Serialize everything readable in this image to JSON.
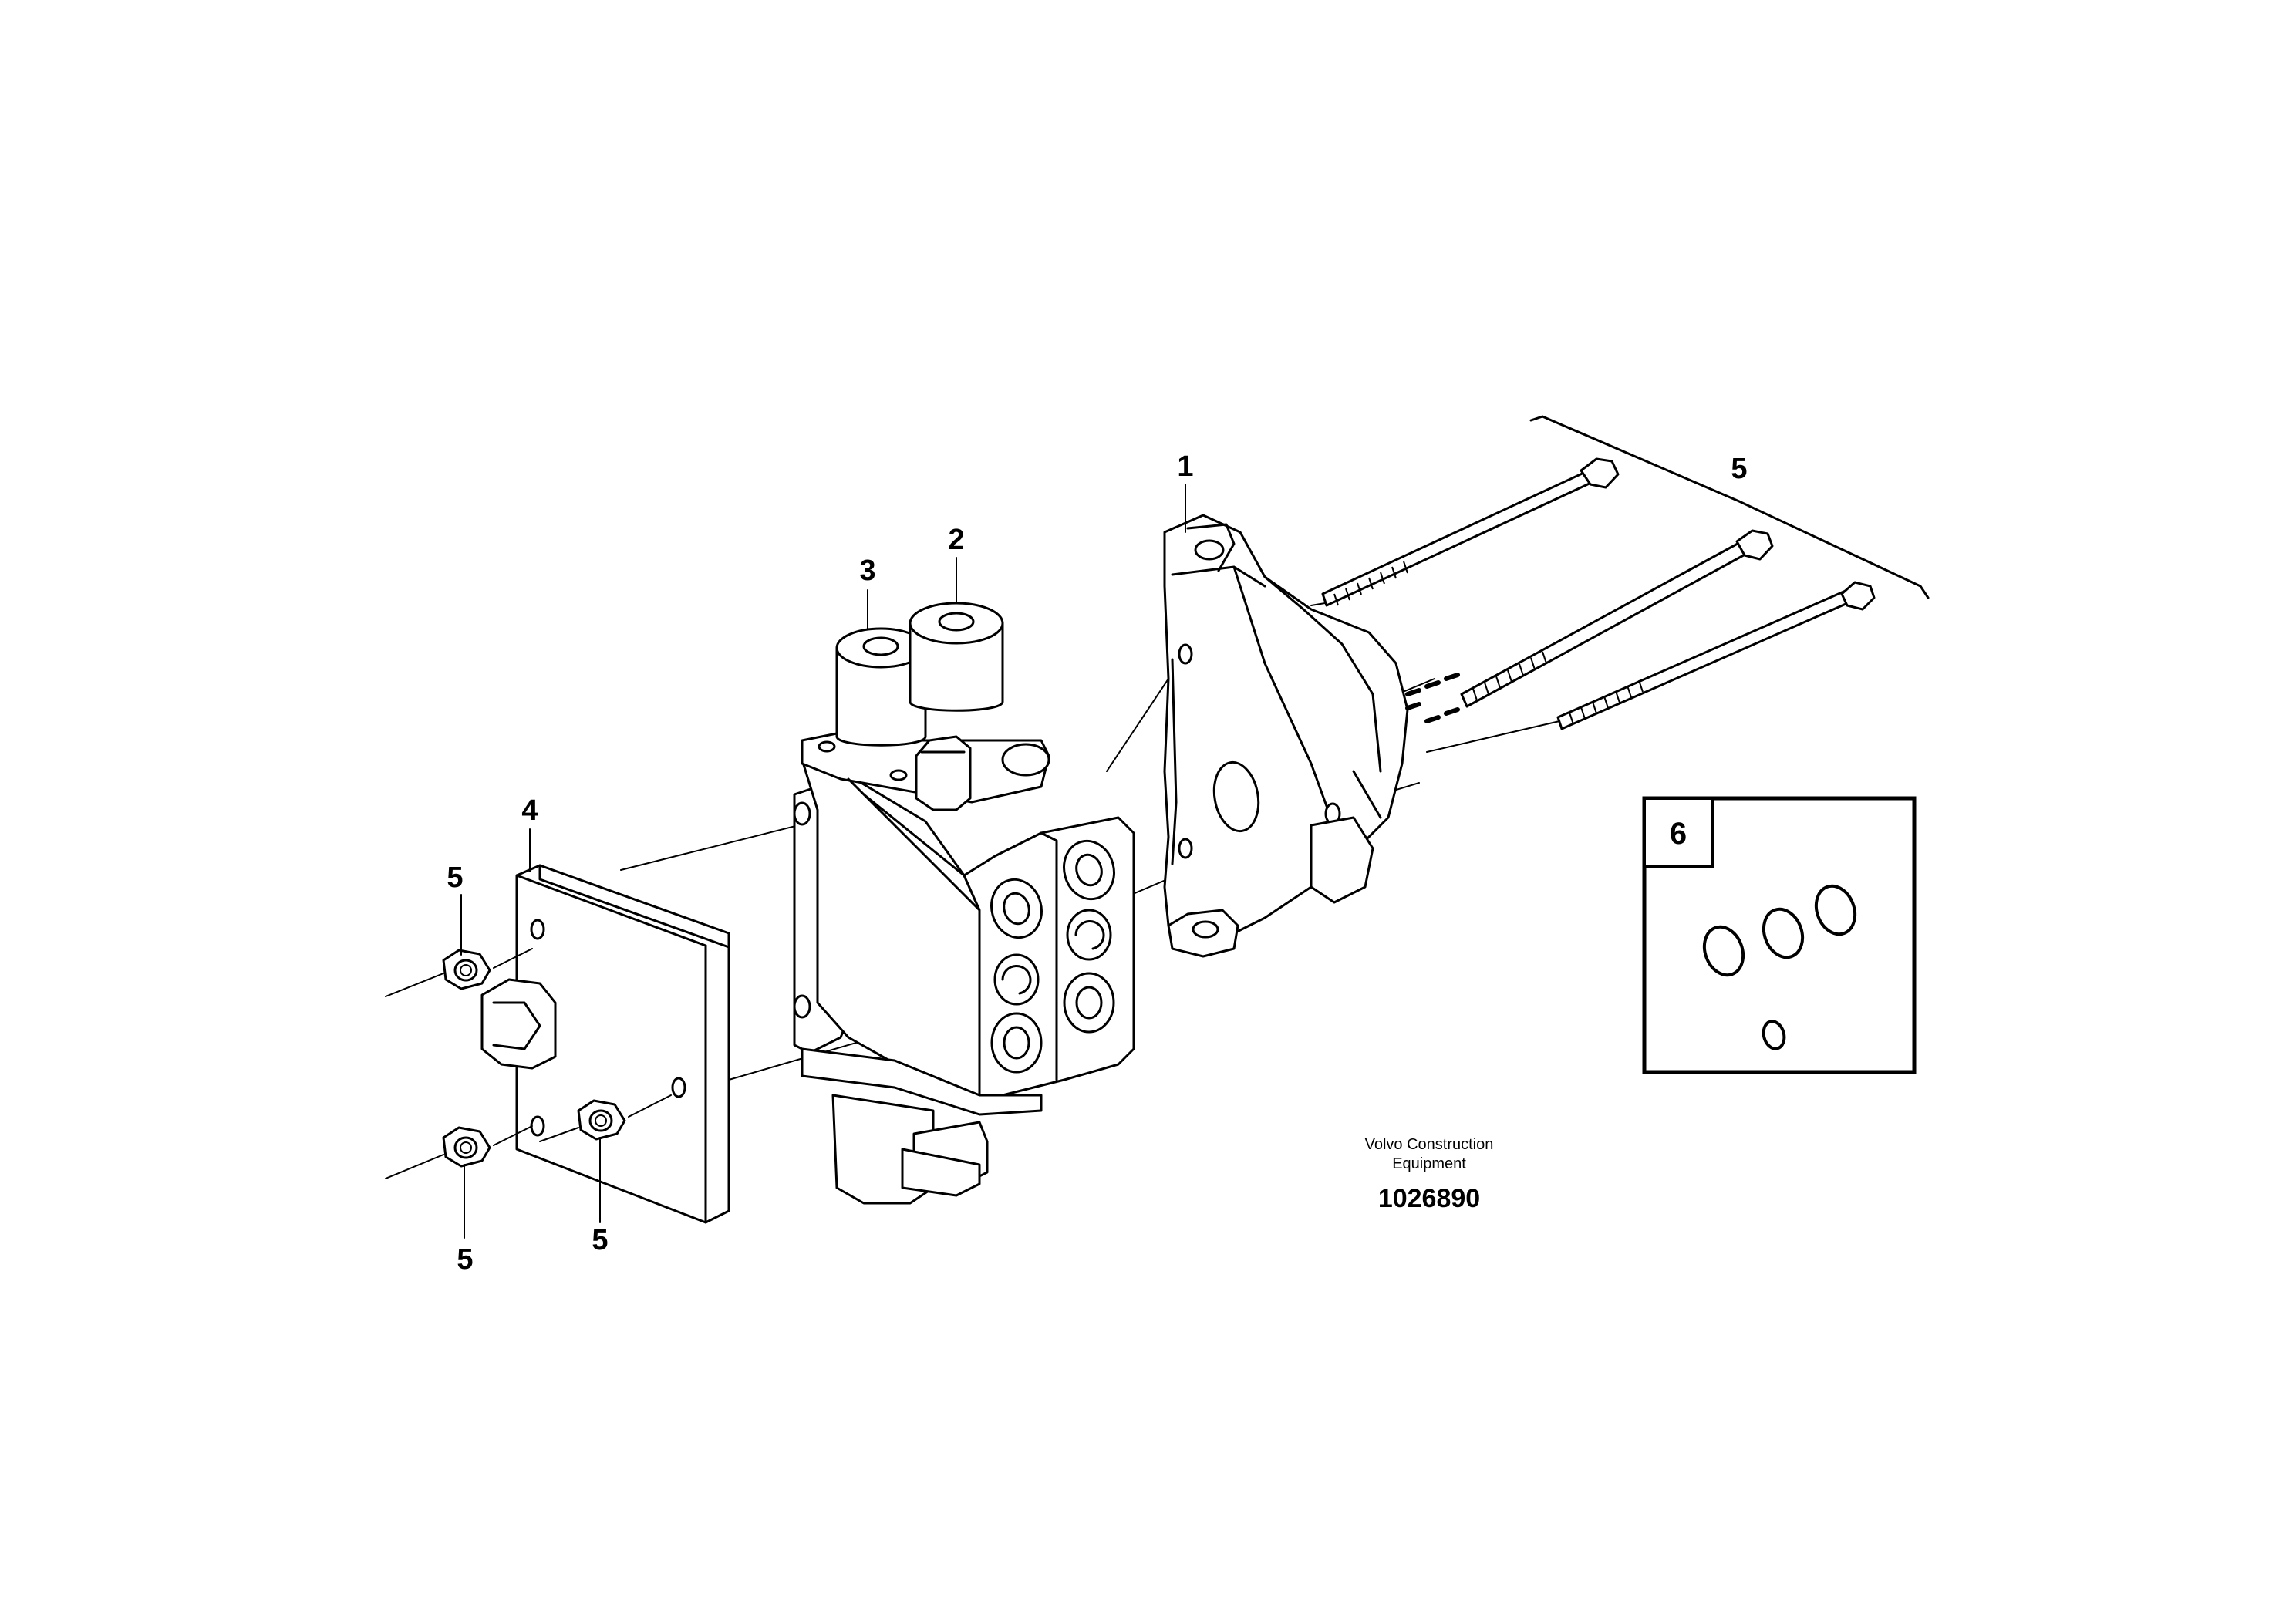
{
  "callouts": {
    "one": "1",
    "two": "2",
    "three": "3",
    "four": "4",
    "five_bolts": "5",
    "five_nut_upper": "5",
    "five_nut_lower_left": "5",
    "five_nut_lower_mid": "5",
    "six": "6"
  },
  "caption": {
    "brand_line1": "Volvo Construction",
    "brand_line2": "Equipment",
    "figure_number": "1026890"
  }
}
